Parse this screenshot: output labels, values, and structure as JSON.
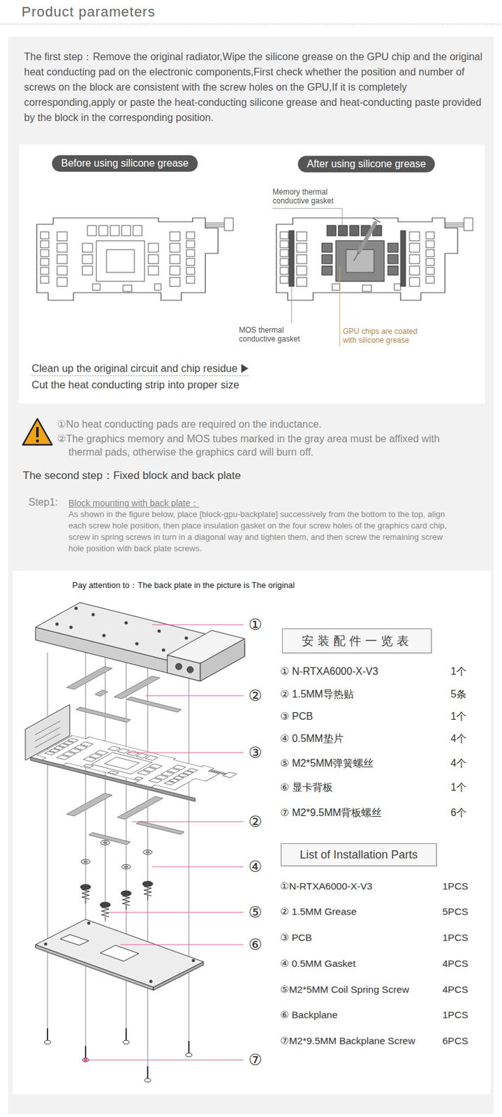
{
  "diagram": {
    "title": "Product parameters",
    "nodes": [
      {
        "text": [
          "Before using silicone grease"
        ]
      },
      {
        "text": [
          "After using silicone grease"
        ]
      },
      {
        "text": [
          "安装配件一览表"
        ]
      },
      {
        "text": [
          "List of Installation Parts"
        ]
      }
    ],
    "labels": [
      "The first step：Remove the original radiator,Wipe the silicone grease on the GPU chip and the original heat conducting pad on the electronic components,First check whether the position and number of screws on the block are consistent with the screw holes on the GPU,If it is completely corresponding,apply or paste the heat-conducting silicone grease and heat-conducting paste provided by the block in the corresponding position.",
      "Memory thermal conductive gasket",
      "MOS thermal conductive gasket",
      "GPU chips are coated with silicone grease",
      "Clean up the original circuit and chip residue",
      "Cut the heat conducting strip into proper size",
      "①No heat conducting pads are required on the inductance.",
      "②The graphics memory and MOS tubes marked in the gray area must be affixed with thermal pads, otherwise the graphics card will burn off.",
      "The second step：Fixed block and back plate",
      "Step1:",
      "Block mounting with back plate：",
      "As shown in the figure below, place [block-gpu-backplate] successively from the bottom to the top, align each screw hole position, then place insulation gasket on the four screw holes of the graphics card chip, screw in spring screws in turn in a diagonal way and tighten them, and then screw the remaining screw hole position with back plate screws.",
      "Pay attention to：The back plate in the picture is The original",
      "①",
      "②",
      "③",
      "②",
      "④",
      "⑤",
      "⑥",
      "⑦",
      "① N-RTXA6000-X-V3",
      "1个",
      "② 1.5MM导热贴",
      "5条",
      "③ PCB",
      "1个",
      "④ 0.5MM垫片",
      "4个",
      "⑤ M2*5MM弹簧螺丝",
      "4个",
      "⑥ 显卡背板",
      "1个",
      "⑦ M2*9.5MM背板螺丝",
      "6个",
      "①N-RTXA6000-X-V3",
      "1PCS",
      "② 1.5MM Grease",
      "5PCS",
      "③ PCB",
      "1PCS",
      "④ 0.5MM Gasket",
      "4PCS",
      "⑤M2*5MM Coil Spring Screw",
      "4PCS",
      "⑥ Backplane",
      "1PCS",
      "⑦M2*9.5MM Backplane Screw",
      "6PCS"
    ]
  }
}
